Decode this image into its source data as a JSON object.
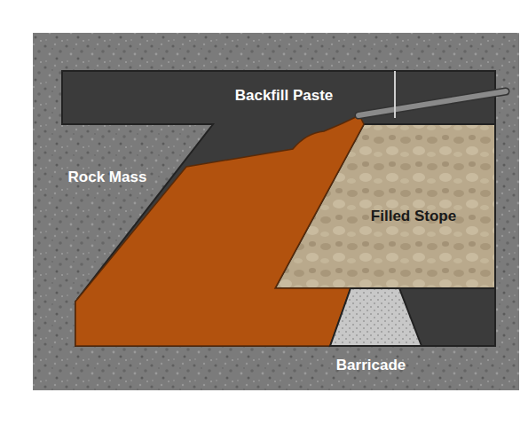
{
  "diagram": {
    "labels": [
      "Backfill Paste",
      "Rock Mass",
      "Filled Stope",
      "Barricade"
    ]
  }
}
